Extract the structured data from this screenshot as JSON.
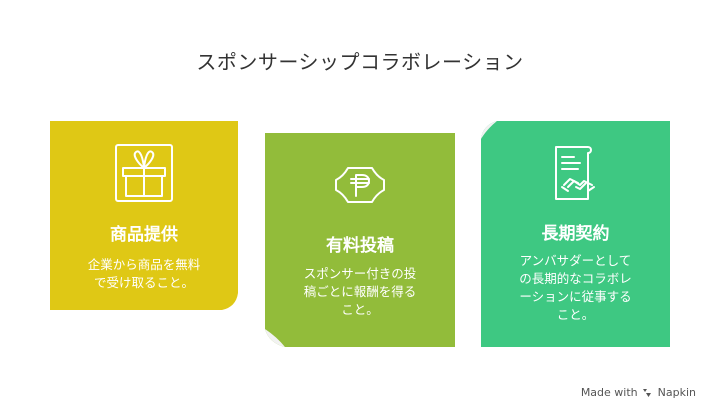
{
  "title": "スポンサーシップコラボレーション",
  "colors": {
    "card1": "#dfc815",
    "card2": "#92bc3a",
    "card3": "#3ec882",
    "fold": "#f2f2f2"
  },
  "cards": [
    {
      "heading": "商品提供",
      "desc_lines": [
        "企業から商品を無料",
        "で受け取ること。"
      ],
      "icon": "gift-icon"
    },
    {
      "heading": "有料投稿",
      "desc_lines": [
        "スポンサー付きの投",
        "稿ごとに報酬を得る",
        "こと。"
      ],
      "icon": "peso-coin-icon"
    },
    {
      "heading": "長期契約",
      "desc_lines": [
        "アンバサダーとして",
        "の長期的なコラボレ",
        "ーションに従事する",
        "こと。"
      ],
      "icon": "contract-handshake-icon"
    }
  ],
  "footer": {
    "prefix": "Made with",
    "brand": "Napkin"
  }
}
